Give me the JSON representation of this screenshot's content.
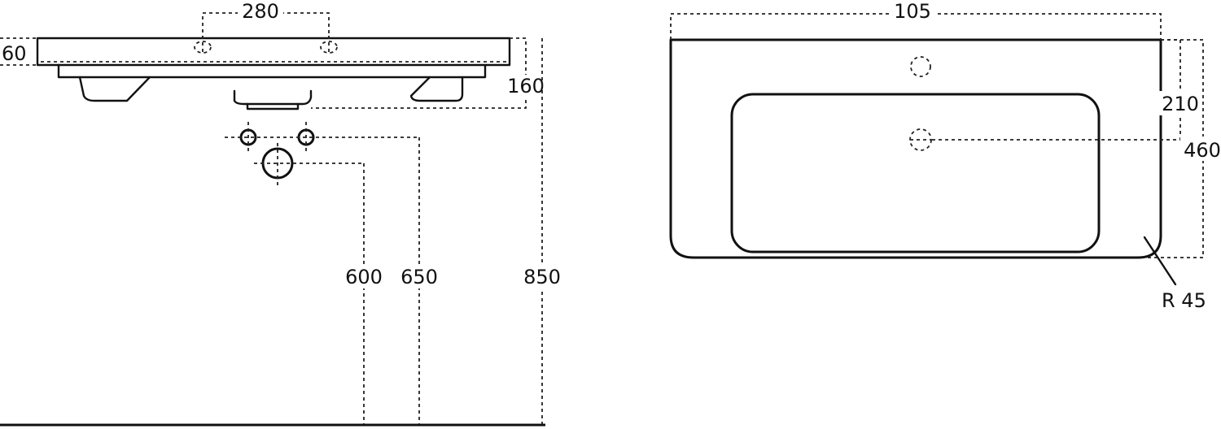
{
  "side_view": {
    "dim_tap_spacing": "280",
    "dim_rim_height": "60",
    "dim_bowl_depth": "160",
    "dim_waste_height": "600",
    "dim_tap_height": "650",
    "dim_total_height": "850"
  },
  "top_view": {
    "dim_width": "105",
    "dim_tap_offset": "210",
    "dim_depth": "460",
    "dim_corner_radius": "R 45"
  },
  "colors": {
    "line": "#111111",
    "background": "#ffffff"
  }
}
